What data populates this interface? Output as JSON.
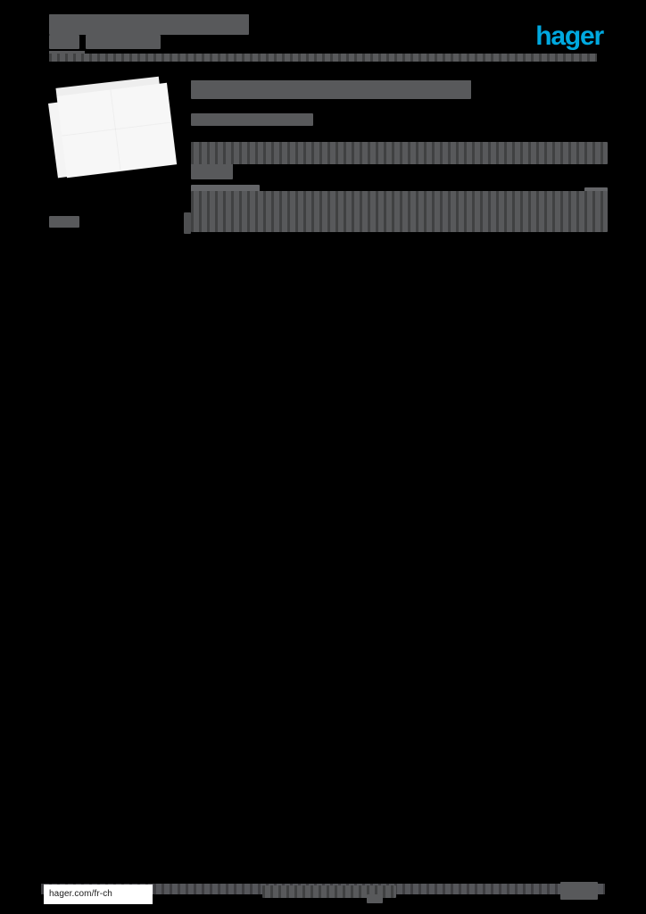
{
  "document": {
    "type": "product-datasheet",
    "background_color": "#000000",
    "redaction_color": "#58595b",
    "state": "redacted"
  },
  "header": {
    "title": "",
    "title_redacted": true,
    "subtitle": "",
    "subtitle_redacted": true,
    "brand_logo_text": "hager",
    "brand_color": "#00a9e0",
    "rule_color": "#58595b"
  },
  "product": {
    "image_alt": "product-photo",
    "image_description": "stacked white rectangular panels",
    "image_colors": [
      "#f7f7f7",
      "#f2f2f2",
      "#eeeeee"
    ]
  },
  "main": {
    "heading": "",
    "heading_redacted": true,
    "subheading": "",
    "subheading_redacted": true,
    "content_blocks": [
      {
        "name": "content-band-1",
        "text": "",
        "redacted": true
      },
      {
        "name": "content-band-2",
        "text": "",
        "redacted": true
      }
    ],
    "left_label": "",
    "left_label_redacted": true
  },
  "footer": {
    "url": "hager.com/fr-ch",
    "url_background": "#ffffff",
    "center_text": "",
    "center_text_redacted": true,
    "page_number": "",
    "page_number_redacted": true,
    "rule_color": "#55565a"
  }
}
